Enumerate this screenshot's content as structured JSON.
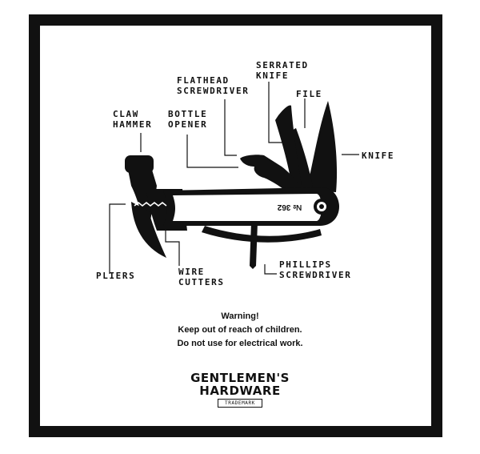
{
  "labels": {
    "claw_hammer": "CLAW\nHAMMER",
    "bottle_opener": "BOTTLE\nOPENER",
    "flathead_screwdriver": "FLATHEAD\nSCREWDRIVER",
    "serrated_knife": "SERRATED\nKNIFE",
    "file": "FILE",
    "knife": "KNIFE",
    "pliers": "PLIERS",
    "wire_cutters": "WIRE\nCUTTERS",
    "phillips_screwdriver": "PHILLIPS\nSCREWDRIVER"
  },
  "handle_number": "№ 362",
  "warning": {
    "title": "Warning!",
    "line1": "Keep out of reach of children.",
    "line2": "Do not use for electrical work."
  },
  "brand": {
    "line1": "GENTLEMEN'S",
    "line2": "HARDWARE",
    "trademark": "TRADEMARK"
  },
  "colors": {
    "ink": "#111111",
    "paper": "#ffffff"
  }
}
